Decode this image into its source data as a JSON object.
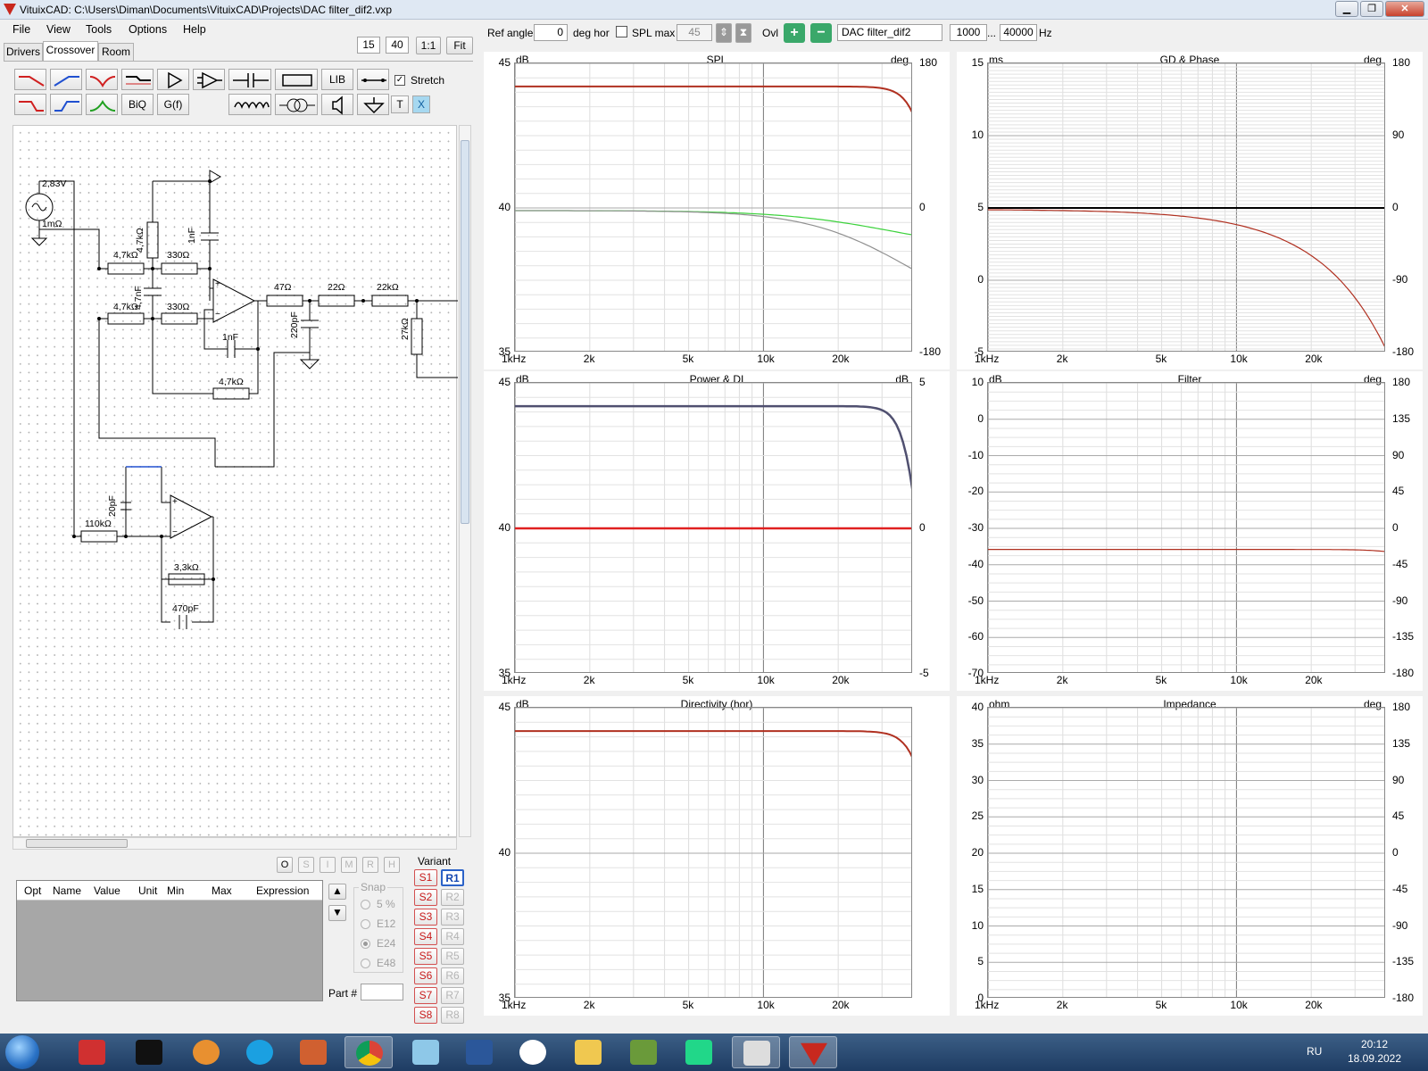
{
  "window": {
    "title": "VituixCAD: C:\\Users\\Diman\\Documents\\VituixCAD\\Projects\\DAC filter_dif2.vxp"
  },
  "menu": [
    "File",
    "View",
    "Tools",
    "Options",
    "Help"
  ],
  "zoom": {
    "a": "15",
    "b": "40",
    "btn11": "1:1",
    "fit": "Fit"
  },
  "tabs": [
    "Drivers",
    "Crossover",
    "Room"
  ],
  "tools": {
    "lib": "LIB",
    "biq": "BiQ",
    "gf": "G(f)",
    "t": "T",
    "x": "X",
    "stretch": "Stretch",
    "stretch_checked": true
  },
  "schematic": {
    "labels": [
      "2,83V",
      "1mΩ",
      "4,7kΩ",
      "4,7kΩ",
      "1nF",
      "330Ω",
      "4,7kΩ",
      "4,7nF",
      "330Ω",
      "1nF",
      "4,7kΩ",
      "47Ω",
      "22Ω",
      "22kΩ",
      "220pF",
      "27kΩ",
      "110kΩ",
      "20pF",
      "3,3kΩ",
      "470pF"
    ]
  },
  "opt_buttons": [
    "O",
    "S",
    "I",
    "M",
    "R",
    "H"
  ],
  "grid": {
    "headers": [
      "Opt",
      "Name",
      "Value",
      "Unit",
      "Min",
      "Max",
      "Expression"
    ]
  },
  "snap": {
    "title": "Snap",
    "options": [
      "5 %",
      "E12",
      "E24",
      "E48"
    ],
    "selected": "E24"
  },
  "part": {
    "label": "Part #",
    "value": ""
  },
  "variant": {
    "title": "Variant",
    "s": [
      "S1",
      "S2",
      "S3",
      "S4",
      "S5",
      "S6",
      "S7",
      "S8"
    ],
    "r": [
      "R1",
      "R2",
      "R3",
      "R4",
      "R5",
      "R6",
      "R7",
      "R8"
    ]
  },
  "top": {
    "ref_angle_label": "Ref angle",
    "ref_angle": "0",
    "deg_hor": "deg hor",
    "spl_max_label": "SPL max",
    "spl_max": "45",
    "ovl": "Ovl",
    "name": "DAC filter_dif2",
    "f1": "1000",
    "dots": "...",
    "f2": "40000",
    "hz": "Hz"
  },
  "graphs": {
    "spl": {
      "title": "SPL",
      "yunit": "dB",
      "y2unit": "deg",
      "yticks": [
        "45",
        "40",
        "35"
      ],
      "y2ticks": [
        "180",
        "0",
        "-180"
      ],
      "xticks": [
        "1kHz",
        "2k",
        "5k",
        "10k",
        "20k"
      ]
    },
    "gd": {
      "title": "GD & Phase",
      "yunit": "ms",
      "y2unit": "deg",
      "yticks": [
        "15",
        "10",
        "5",
        "0",
        "-5"
      ],
      "y2ticks": [
        "180",
        "90",
        "0",
        "-90",
        "-180"
      ],
      "xticks": [
        "1kHz",
        "2k",
        "5k",
        "10k",
        "20k"
      ]
    },
    "pdi": {
      "title": "Power & DI",
      "yunit": "dB",
      "y2unit": "dB",
      "yticks": [
        "45",
        "40",
        "35"
      ],
      "y2ticks": [
        "5",
        "0",
        "-5"
      ],
      "xticks": [
        "1kHz",
        "2k",
        "5k",
        "10k",
        "20k"
      ]
    },
    "filter": {
      "title": "Filter",
      "yunit": "dB",
      "y2unit": "deg",
      "yticks": [
        "10",
        "0",
        "-10",
        "-20",
        "-30",
        "-40",
        "-50",
        "-60",
        "-70"
      ],
      "y2ticks": [
        "180",
        "135",
        "90",
        "45",
        "0",
        "-45",
        "-90",
        "-135",
        "-180"
      ],
      "xticks": [
        "1kHz",
        "2k",
        "5k",
        "10k",
        "20k"
      ]
    },
    "dir": {
      "title": "Directivity (hor)",
      "yunit": "dB",
      "yticks": [
        "45",
        "40",
        "35"
      ],
      "xticks": [
        "1kHz",
        "2k",
        "5k",
        "10k",
        "20k"
      ]
    },
    "imp": {
      "title": "Impedance",
      "yunit": "ohm",
      "y2unit": "deg",
      "yticks": [
        "40",
        "35",
        "30",
        "25",
        "20",
        "15",
        "10",
        "5",
        "0"
      ],
      "y2ticks": [
        "180",
        "135",
        "90",
        "45",
        "0",
        "-45",
        "-90",
        "-135",
        "-180"
      ],
      "xticks": [
        "1kHz",
        "2k",
        "5k",
        "10k",
        "20k"
      ]
    }
  },
  "colors": {
    "spl_main": "#b03020",
    "green": "#3cd23c",
    "gray": "#909090",
    "red": "#e02020",
    "navy": "#505070"
  },
  "taskbar": {
    "lang": "RU",
    "time": "20:12",
    "date": "18.09.2022"
  }
}
